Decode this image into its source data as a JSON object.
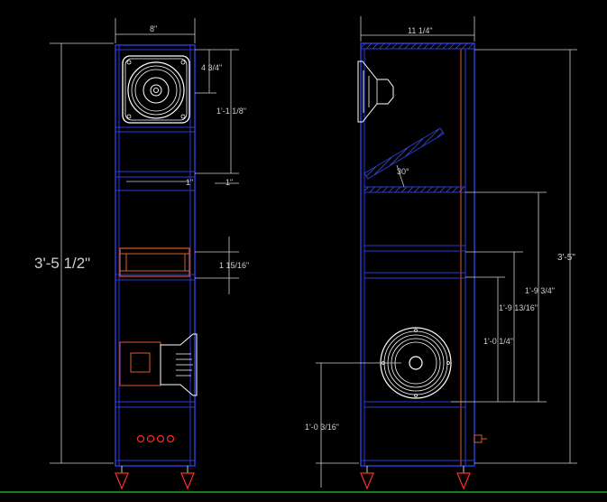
{
  "colors": {
    "background": "#000000",
    "panel": "#2b3bd6",
    "dimension": "#cfcfcf",
    "accent": "#e05a2a",
    "red": "#ff2a2a",
    "hatch": "#5a6bff",
    "ground": "#1fa31f",
    "driver": "#ffffff"
  },
  "front_view": {
    "width_label": "8\"",
    "tweeter_offset_label": "4 3/4\"",
    "upper_section_label": "1'-1 1/8\"",
    "shelf_gap_label_a": "1\"",
    "shelf_gap_label_b": "1\"",
    "port_height_label": "1 15/16\"",
    "overall_height_label": "3'-5 1/2\""
  },
  "side_view": {
    "depth_label": "11 1/4\"",
    "baffle_angle_label": "30°",
    "overall_height_label": "3'-5\"",
    "upper_dim_label": "1'-9 3/4\"",
    "mid_dim_label": "1'-9 13/16\"",
    "lower_dim_label": "1'-0 1/4\"",
    "woofer_center_label": "1'-0 3/16\""
  }
}
